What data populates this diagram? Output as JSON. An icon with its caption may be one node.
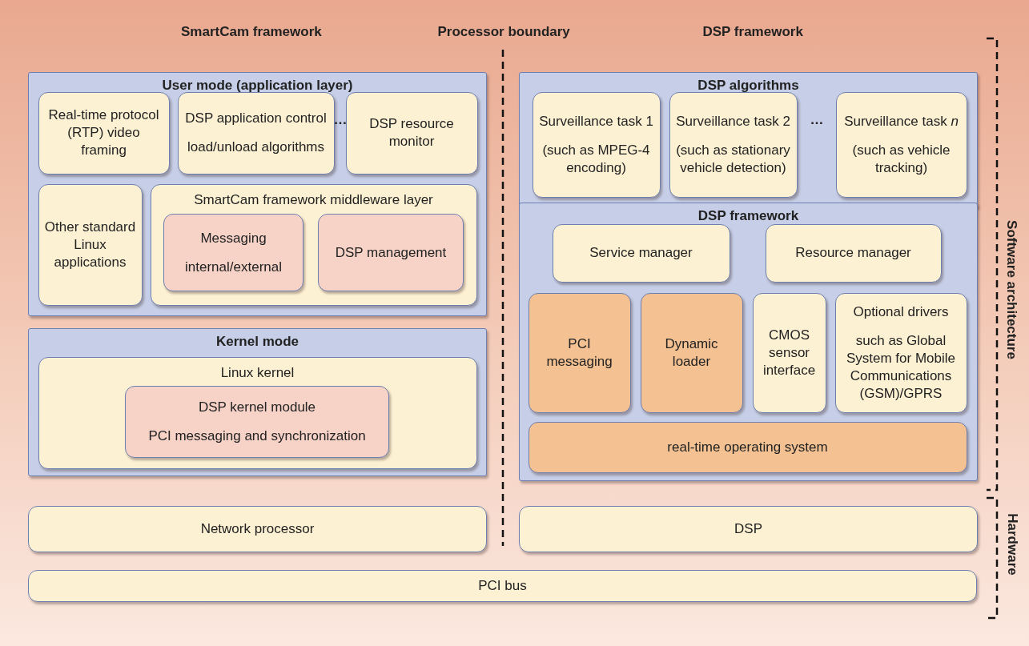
{
  "diagram": {
    "nodes": [
      {
        "text": [
          "User mode (application layer)"
        ]
      },
      {
        "text": [
          "Real-time protocol (RTP) video framing"
        ],
        "in": 0
      },
      {
        "text": [
          "DSP application control",
          "load/unload algorithms"
        ],
        "in": 0
      },
      {
        "text": [
          "DSP resource monitor"
        ],
        "in": 0
      },
      {
        "text": [
          "Other standard Linux applications"
        ],
        "in": 0
      },
      {
        "text": [
          "SmartCam framework middleware layer"
        ],
        "in": 0
      },
      {
        "text": [
          "Messaging",
          "internal/external"
        ],
        "in": 5
      },
      {
        "text": [
          "DSP management"
        ],
        "in": 5
      },
      {
        "text": [
          "Kernel mode"
        ]
      },
      {
        "text": [
          "Linux kernel"
        ],
        "in": 8
      },
      {
        "text": [
          "DSP kernel module",
          "PCI messaging and synchronization"
        ],
        "in": 9
      },
      {
        "text": [
          "DSP algorithms"
        ]
      },
      {
        "text": [
          "Surveillance task 1",
          "(such as MPEG-4 encoding)"
        ],
        "in": 11
      },
      {
        "text": [
          "Surveillance task 2",
          "(such as stationary vehicle detection)"
        ],
        "in": 11
      },
      {
        "text": [
          "Surveillance task *n*",
          "(such as vehicle tracking)"
        ],
        "in": 11
      },
      {
        "text": [
          "DSP framework"
        ]
      },
      {
        "text": [
          "Service manager"
        ],
        "in": 15
      },
      {
        "text": [
          "Resource manager"
        ],
        "in": 15
      },
      {
        "text": [
          "PCI messaging"
        ],
        "in": 15
      },
      {
        "text": [
          "Dynamic loader"
        ],
        "in": 15
      },
      {
        "text": [
          "CMOS sensor interface"
        ],
        "in": 15
      },
      {
        "text": [
          "Optional drivers",
          "such as Global System for Mobile Communications (GSM)/GPRS"
        ],
        "in": 15
      },
      {
        "text": [
          "real-time operating system"
        ],
        "in": 15
      },
      {
        "text": [
          "Network processor"
        ]
      },
      {
        "text": [
          "DSP"
        ]
      },
      {
        "text": [
          "PCI bus"
        ]
      }
    ],
    "edges": [],
    "labels": [
      "SmartCam framework",
      "Processor boundary",
      "DSP framework",
      "…",
      "…",
      "Software architecture",
      "Hardware"
    ]
  }
}
